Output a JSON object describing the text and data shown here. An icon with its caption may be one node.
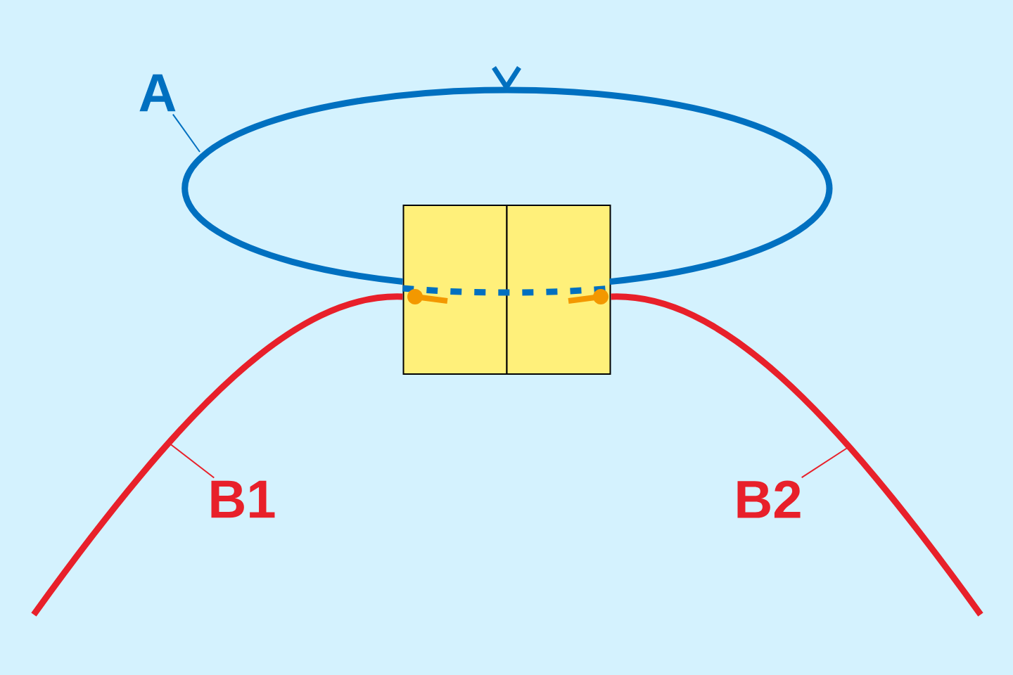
{
  "diagram": {
    "nodes": [
      {
        "text": [
          "A"
        ]
      },
      {
        "text": [
          "B1"
        ]
      },
      {
        "text": [
          "B2"
        ]
      },
      {
        "text": [],
        "shape": "box"
      },
      {
        "text": [],
        "shape": "box"
      }
    ],
    "edges": [
      {
        "from": 0,
        "to": null,
        "arrow": "none",
        "color": "#0070c0"
      },
      {
        "from": 1,
        "to": null,
        "arrow": "none",
        "color": "#e8202a"
      },
      {
        "from": 2,
        "to": null,
        "arrow": "none",
        "color": "#e8202a"
      },
      {
        "from": 3,
        "to": 4,
        "arrow": "none",
        "style": "thick",
        "color": "#0070c0"
      },
      {
        "from": null,
        "to": 3,
        "arrow": "none",
        "style": "thick",
        "color": "#e8202a"
      },
      {
        "from": 4,
        "to": null,
        "arrow": "none",
        "style": "thick",
        "color": "#e8202a"
      }
    ]
  }
}
